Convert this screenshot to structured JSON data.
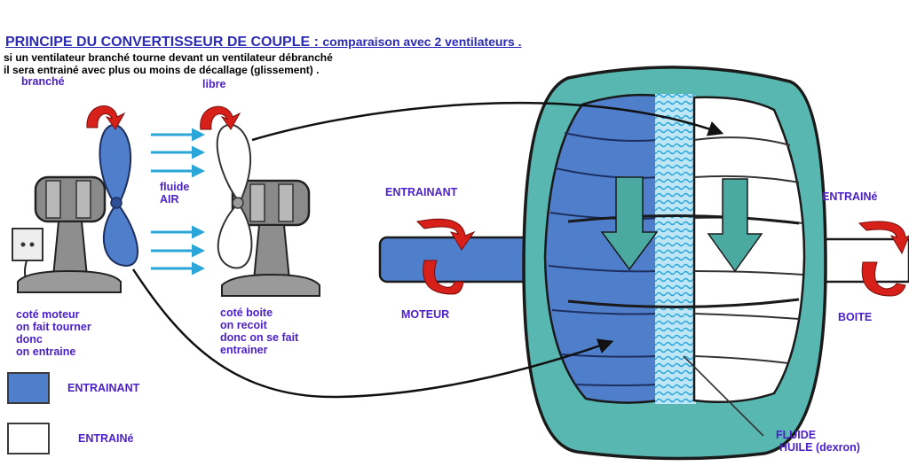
{
  "title": {
    "main": "PRINCIPE DU CONVERTISSEUR DE COUPLE :",
    "sub": "comparaison avec 2 ventilateurs ."
  },
  "intro": {
    "line1": "si un ventilateur branché tourne devant un ventilateur débranché",
    "line2": "il sera entrainé avec plus ou moins de décallage (glissement) ."
  },
  "fans": {
    "left_label": "branché",
    "right_label": "libre",
    "fluid_line1": "fluide",
    "fluid_line2": "AIR",
    "left_caption": [
      "coté moteur",
      "on fait tourner",
      "donc",
      "on entraine"
    ],
    "right_caption": [
      "coté boite",
      "on recoit",
      "donc on se fait",
      "entrainer"
    ]
  },
  "converter": {
    "drive_label": "ENTRAINANT",
    "motor_label": "MOTEUR",
    "driven_label": "ENTRAINé",
    "box_label": "BOITE",
    "fluid_line1": "FLUIDE",
    "fluid_line2": "HUILE (dexron)"
  },
  "legend": {
    "item1": "ENTRAINANT",
    "item2": "ENTRAINé"
  },
  "colors": {
    "drive_blue": "#4f7ecb",
    "driven_white": "#ffffff",
    "casing_teal": "#58b7b0",
    "arrow_red": "#d8201a",
    "text_purple": "#4b1fc8",
    "title_blue": "#2b2bb8",
    "air_arrow_cyan": "#2aa6d8",
    "fluid_arrow_teal": "#4aa9a0"
  }
}
